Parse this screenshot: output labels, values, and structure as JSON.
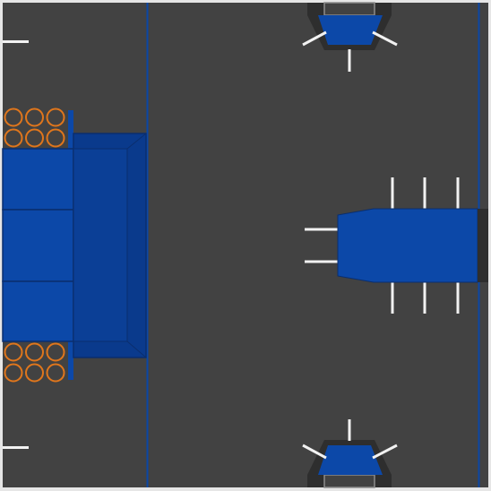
{
  "scene": {
    "type": "top-down robotics game field",
    "colors": {
      "border": "#e6e6e6",
      "floor": "#424242",
      "tape_line": "#0b47a6",
      "alliance_blue": "#0c48a8",
      "alliance_blue_dark": "#0a3a8c",
      "outline": "#0a2e6e",
      "ring_orange": "#e0761c",
      "white_line": "#f2f2f2",
      "robot_frame": "#2e2e2e",
      "robot_rail": "#8c8c8c"
    },
    "game_pieces": {
      "shape": "ring",
      "rows_per_stack": 2,
      "per_row": 3,
      "stacks": 2
    },
    "robots": {
      "count": 3,
      "alliance": "blue",
      "side_robot_orientation": "pointing left"
    },
    "goal": {
      "alliance": "blue",
      "segments": 3
    },
    "icons": [
      "ring-icon",
      "robot-icon",
      "goal-icon"
    ]
  }
}
